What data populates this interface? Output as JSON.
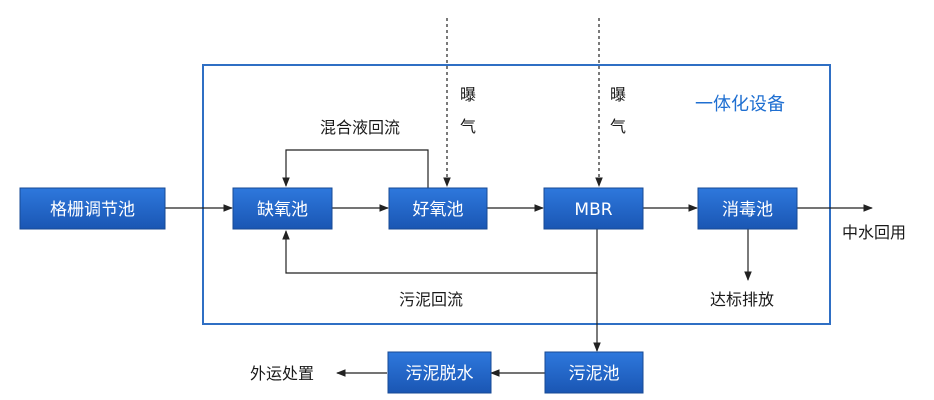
{
  "colors": {
    "box_fill": "#1f5fbf",
    "box_fill_top": "#2e78dd",
    "frame_stroke": "#2f6fc4",
    "title": "#1f6fd1",
    "line": "#222222"
  },
  "frame": {
    "title": "一体化设备"
  },
  "boxes": {
    "grille": "格栅调节池",
    "anoxic": "缺氧池",
    "aerobic": "好氧池",
    "mbr": "MBR",
    "disinfect": "消毒池",
    "sludge_tank": "污泥池",
    "dewater": "污泥脱水"
  },
  "labels": {
    "mixed_return": "混合液回流",
    "aeration_1_top": "曝",
    "aeration_1_bottom": "气",
    "aeration_2_top": "曝",
    "aeration_2_bottom": "气",
    "sludge_return": "污泥回流",
    "reuse": "中水回用",
    "discharge": "达标排放",
    "disposal": "外运处置"
  }
}
